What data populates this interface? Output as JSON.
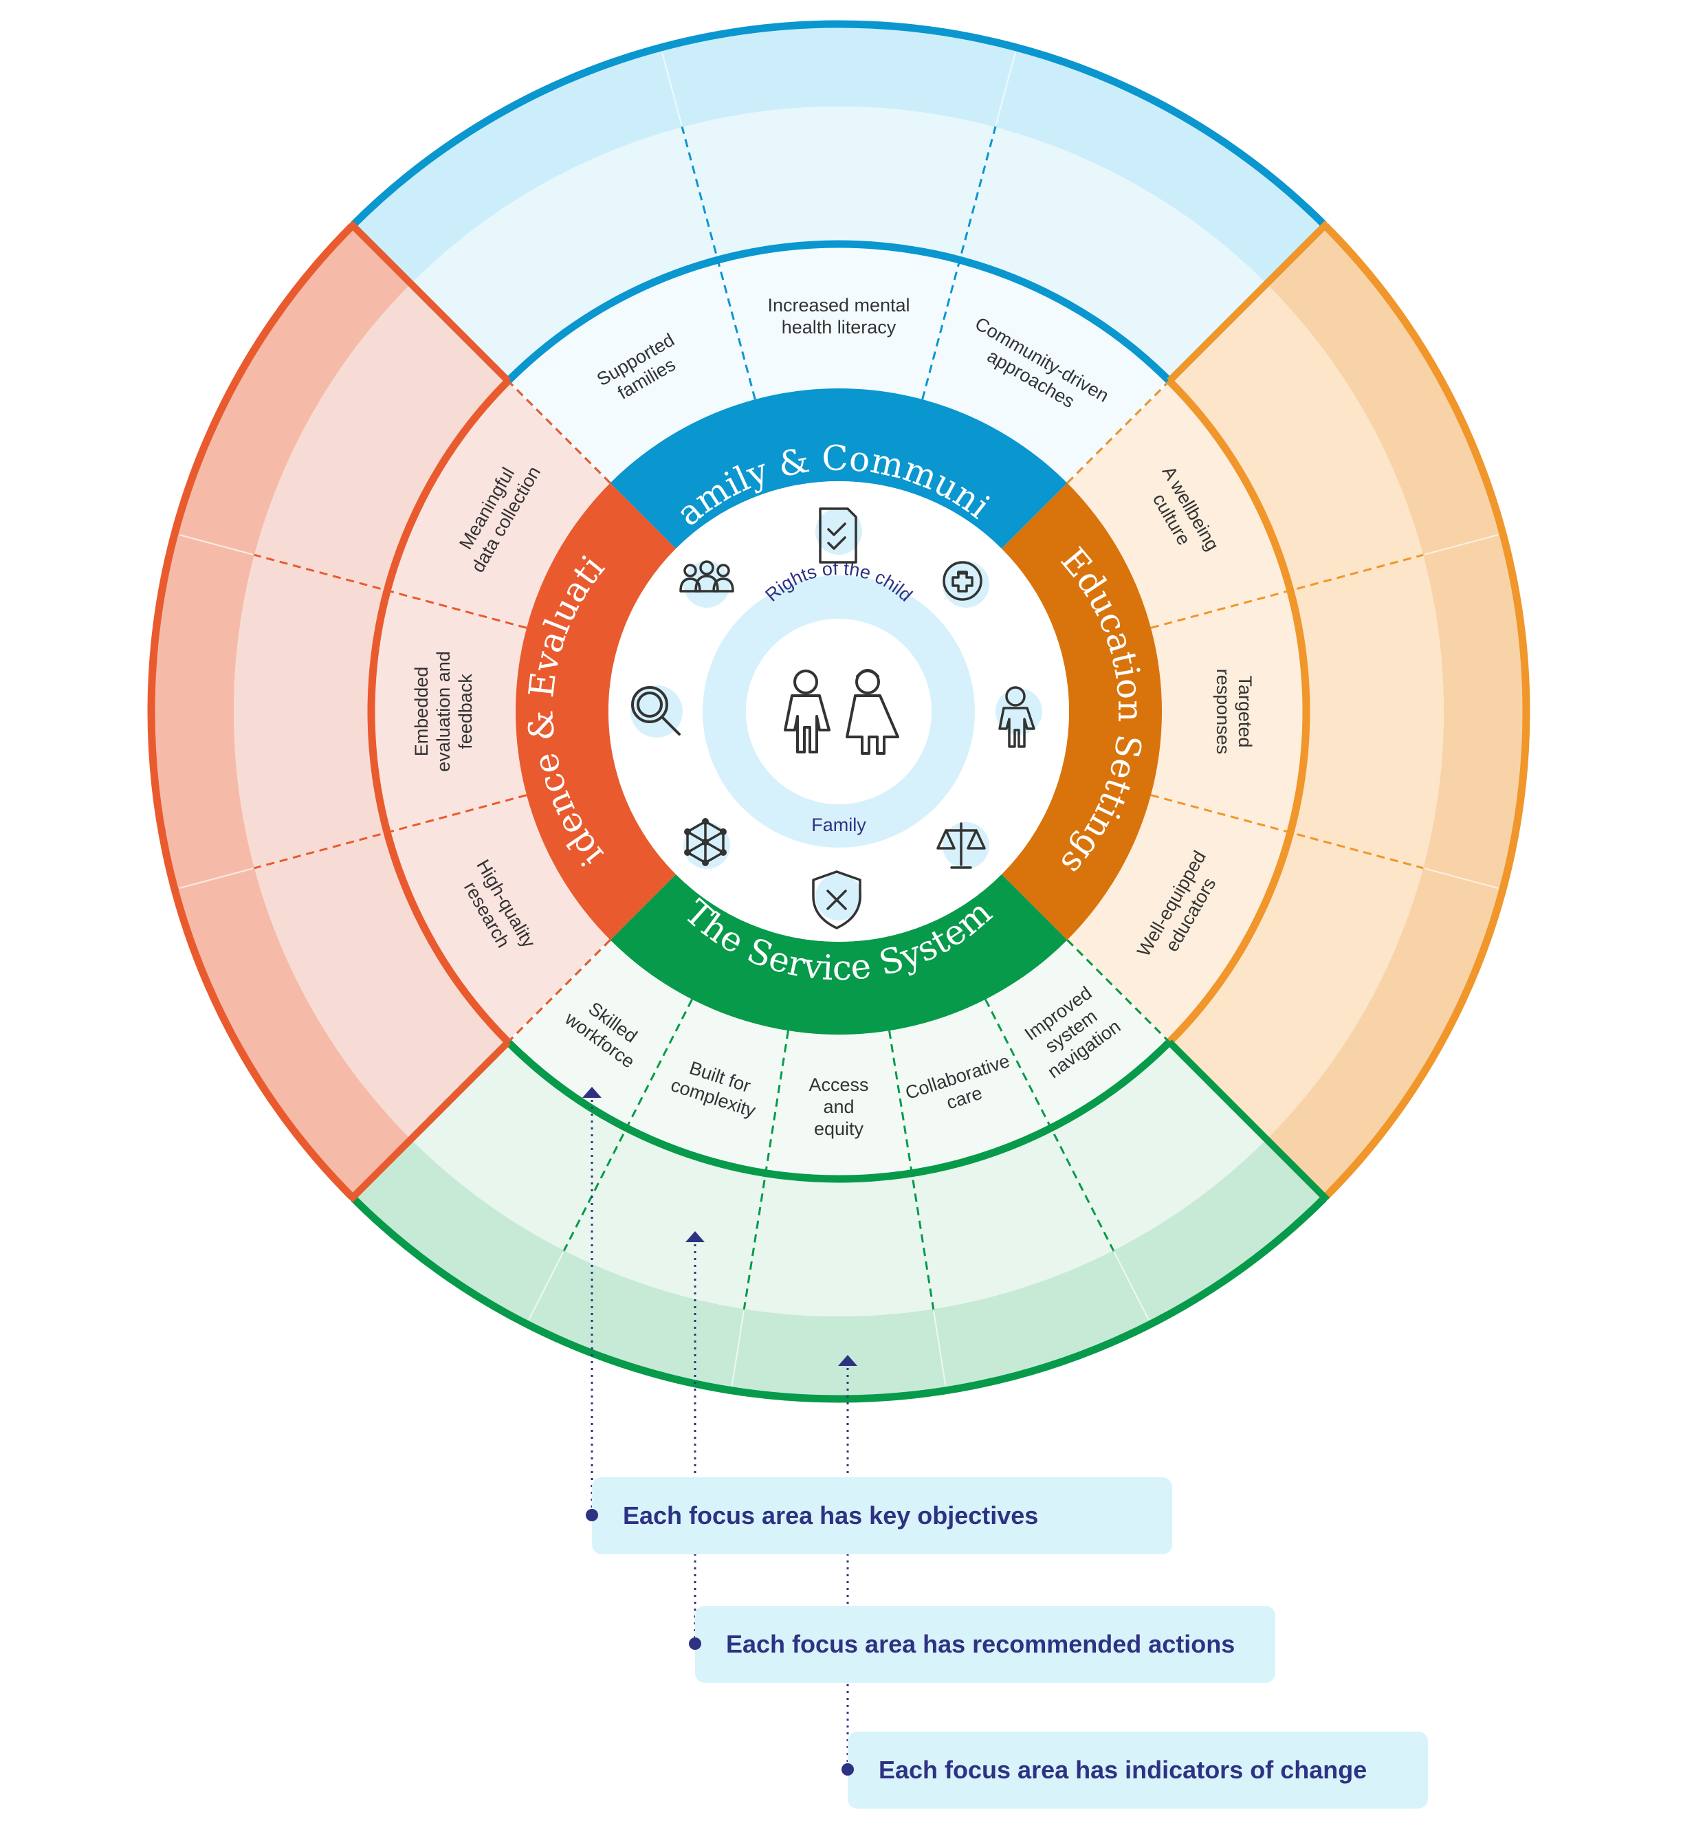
{
  "center": {
    "rights_label": "Rights of the child",
    "family_label": "Family"
  },
  "focus_areas": [
    {
      "id": "family",
      "name": "Family & Community",
      "color": "#0a96cf",
      "light": "#e8f7fc",
      "objectives": [
        [
          "Supported",
          "families"
        ],
        [
          "Increased mental",
          "health literacy"
        ],
        [
          "Community-driven",
          "approaches"
        ]
      ]
    },
    {
      "id": "education",
      "name": "Education Settings",
      "color": "#d9740c",
      "light": "#fde8cf",
      "objectives": [
        [
          "A wellbeing",
          "culture"
        ],
        [
          "Targeted",
          "responses"
        ],
        [
          "Well-equipped",
          "educators"
        ]
      ]
    },
    {
      "id": "service",
      "name": "The Service System",
      "color": "#069a4a",
      "light": "#f0f8f3",
      "objectives": [
        [
          "Improved",
          "system",
          "navigation"
        ],
        [
          "Collaborative",
          "care"
        ],
        [
          "Access",
          "and",
          "equity"
        ],
        [
          "Built for",
          "complexity"
        ],
        [
          "Skilled",
          "workforce"
        ]
      ]
    },
    {
      "id": "evidence",
      "name": "Evidence & Evaluation",
      "color": "#e95b2e",
      "light": "#fae4e0",
      "objectives": [
        [
          "High-quality",
          "research"
        ],
        [
          "Embedded",
          "evaluation and",
          "feedback"
        ],
        [
          "Meaningful",
          "data collection"
        ]
      ]
    }
  ],
  "icons": [
    "checklist-icon",
    "medical-plus-icon",
    "child-icon",
    "scales-icon",
    "shield-icon",
    "network-icon",
    "magnifier-icon",
    "group-icon"
  ],
  "callouts": [
    {
      "text": "Each focus area has key objectives"
    },
    {
      "text": "Each focus area has recommended actions"
    },
    {
      "text": "Each focus area has indicators of change"
    }
  ],
  "colors": {
    "navy": "#2e3282",
    "blue": "#0a96cf",
    "blue_outer": "#cceefa",
    "orange": "#d9740c",
    "orange_outer": "#f8d3a7",
    "green": "#069a4a",
    "green_outer": "#c6ead6",
    "red": "#e95b2e",
    "red_outer": "#f6bba8",
    "callout_bg": "#d9f3fb"
  }
}
